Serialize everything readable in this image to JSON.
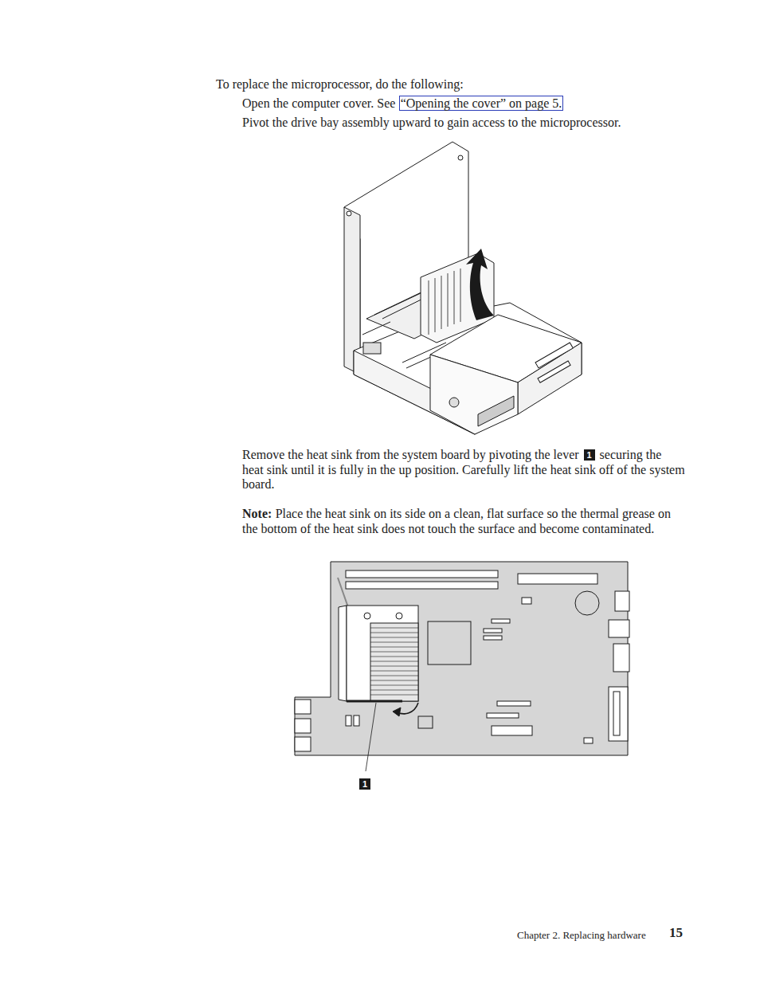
{
  "diagram": {
    "labels": [
      "To replace the microprocessor, do the following:",
      "Open the computer cover. See",
      "“Opening the cover” on page 5.",
      "Pivot the drive bay assembly upward to gain access to the microprocessor.",
      "Remove the heat sink from the system board by pivoting the lever",
      "1",
      "securing the heat sink until it is fully in the up position. Carefully lift the heat sink off of the system board.",
      "Note:",
      "Place the heat sink on its side on a clean, flat surface so the thermal grease on the bottom of the heat sink does not touch the surface and become contaminated.",
      "1",
      "Chapter 2. Replacing hardware",
      "15"
    ]
  }
}
